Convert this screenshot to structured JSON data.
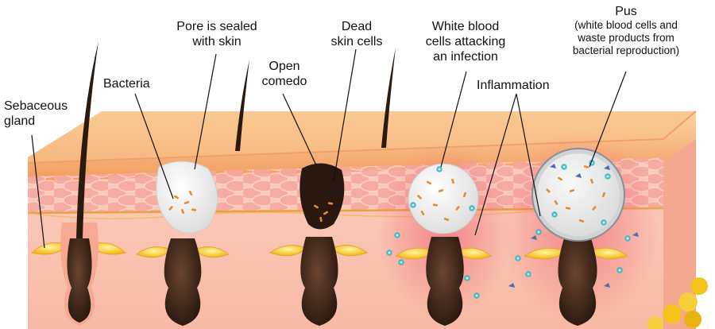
{
  "labels": {
    "sebaceous": [
      "Sebaceous",
      "gland"
    ],
    "bacteria": "Bacteria",
    "pore_sealed": [
      "Pore is sealed",
      "with skin"
    ],
    "open_comedo": [
      "Open",
      "comedo"
    ],
    "dead_skin": [
      "Dead",
      "skin cells"
    ],
    "white_blood": [
      "White blood",
      "cells attacking",
      "an infection"
    ],
    "inflammation": "Inflammation",
    "pus_title": "Pus",
    "pus_desc": [
      "(white blood cells and",
      "waste products from",
      "bacterial reproduction)"
    ]
  },
  "colors": {
    "skin_top": "#f6b276",
    "dermis": "#f6c6b2",
    "fat": "#f1c21b",
    "follicle": "#3a2418",
    "sebum": "#fde26a",
    "inflammation_glow": "#f26d7d",
    "bacteria": "#e88a2a",
    "white_cell": "#5fd0d8"
  },
  "icons": [
    "hair-icon",
    "bacteria-icon",
    "white-blood-cell-icon",
    "pus-icon"
  ]
}
